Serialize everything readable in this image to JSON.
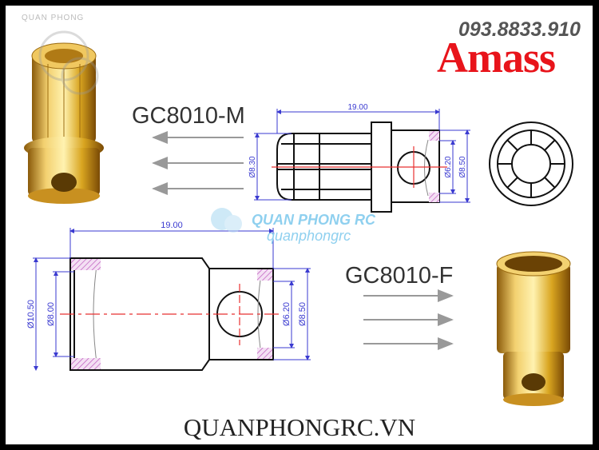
{
  "header": {
    "phone": "093.8833.910",
    "brand": "Amass"
  },
  "watermark": {
    "top_left": "QUAN PHONG",
    "center_name": "QUAN PHONG RC",
    "center_handle": "quanphongrc"
  },
  "male": {
    "model": "GC8010-M",
    "length": "19.00",
    "pin_dia": "Ø8.30",
    "inner_dia": "Ø6.20",
    "outer_dia": "Ø8.50"
  },
  "female": {
    "model": "GC8010-F",
    "length": "19.00",
    "outer_dia": "Ø10.50",
    "inner_dia": "Ø8.00",
    "socket_inner_dia": "Ø6.20",
    "socket_outer_dia": "Ø8.50"
  },
  "footer": {
    "website": "QUANPHONGRC.VN"
  },
  "colors": {
    "brand_red": "#e8141b",
    "dimension": "#3a3ad0",
    "centerline": "#e83030",
    "hatch": "#d070d0",
    "gold": "#d9a520"
  }
}
